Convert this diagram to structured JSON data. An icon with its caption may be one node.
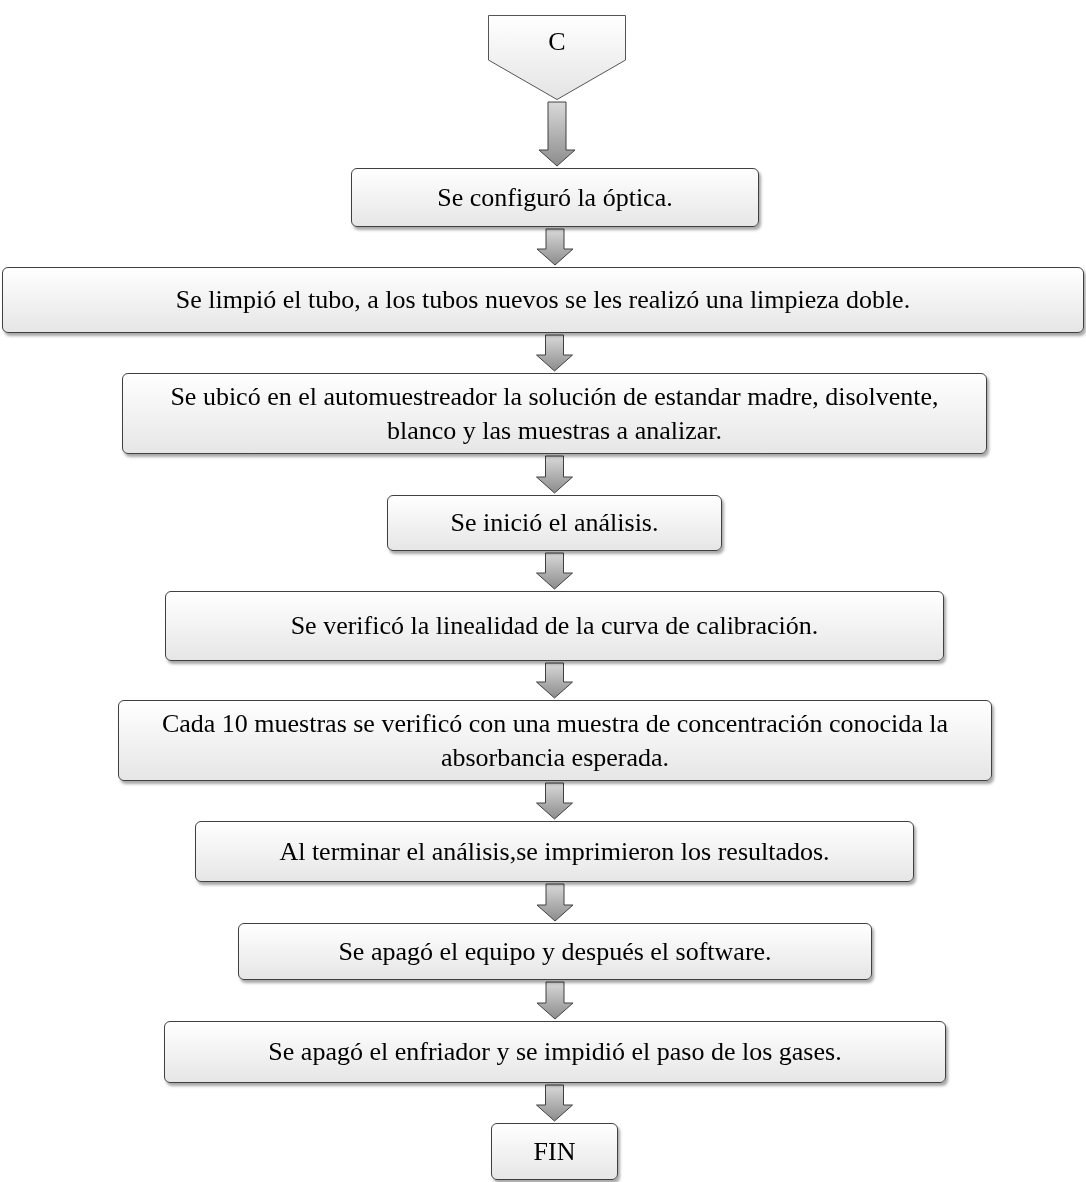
{
  "diagram": {
    "nodes": [
      {
        "text": [
          "C"
        ]
      },
      {
        "text": [
          "Se configuró la óptica."
        ]
      },
      {
        "text": [
          "Se limpió el tubo, a los tubos nuevos se les realizó una limpieza doble."
        ]
      },
      {
        "text": [
          "Se ubicó en el automuestreador la solución de estandar madre, disolvente, blanco y las muestras a analizar."
        ]
      },
      {
        "text": [
          "Se inició el análisis."
        ]
      },
      {
        "text": [
          "Se verificó la linealidad de la curva de calibración."
        ]
      },
      {
        "text": [
          "Cada 10 muestras se verificó con una muestra de concentración conocida la absorbancia esperada."
        ]
      },
      {
        "text": [
          "Al terminar el análisis,se imprimieron los resultados."
        ]
      },
      {
        "text": [
          "Se apagó el equipo y después el software."
        ]
      },
      {
        "text": [
          "Se apagó el enfriador y se impidió el paso de los gases."
        ]
      },
      {
        "text": [
          "FIN"
        ]
      }
    ],
    "edges": [
      {
        "from": 0,
        "to": 1,
        "arrow": "to"
      },
      {
        "from": 1,
        "to": 2,
        "arrow": "to"
      },
      {
        "from": 2,
        "to": 3,
        "arrow": "to"
      },
      {
        "from": 3,
        "to": 4,
        "arrow": "to"
      },
      {
        "from": 4,
        "to": 5,
        "arrow": "to"
      },
      {
        "from": 5,
        "to": 6,
        "arrow": "to"
      },
      {
        "from": 6,
        "to": 7,
        "arrow": "to"
      },
      {
        "from": 7,
        "to": 8,
        "arrow": "to"
      },
      {
        "from": 8,
        "to": 9,
        "arrow": "to"
      },
      {
        "from": 9,
        "to": 10,
        "arrow": "to"
      }
    ]
  }
}
